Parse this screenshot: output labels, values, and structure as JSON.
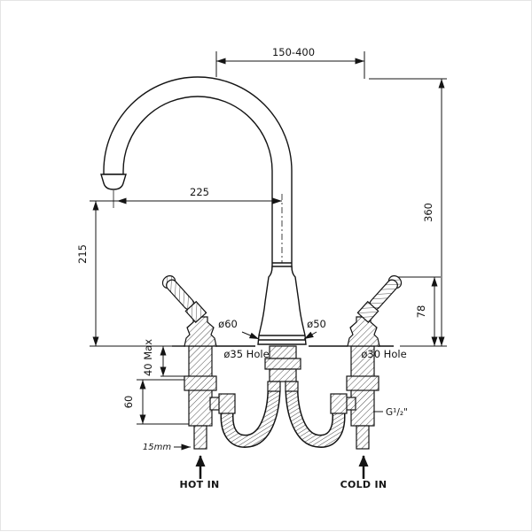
{
  "drawing": {
    "type": "kitchen-tap-technical-drawing",
    "colors": {
      "line": "#141414",
      "background": "#ffffff"
    },
    "dims": {
      "top_span": "150-400",
      "overall_height": "360",
      "spout_reach": "225",
      "spout_height": "215",
      "handle_height": "78",
      "deck_max": "40 Max",
      "shank_length": "60",
      "body_diameter": "ø60",
      "handle_diameter": "ø50",
      "hole_center": "ø35 Hole",
      "hole_side": "ø30 Hole",
      "thread_size": "G¹/₂\"",
      "tail_diameter": "15mm"
    },
    "labels": {
      "hot_in": "HOT IN",
      "cold_in": "COLD IN"
    }
  }
}
